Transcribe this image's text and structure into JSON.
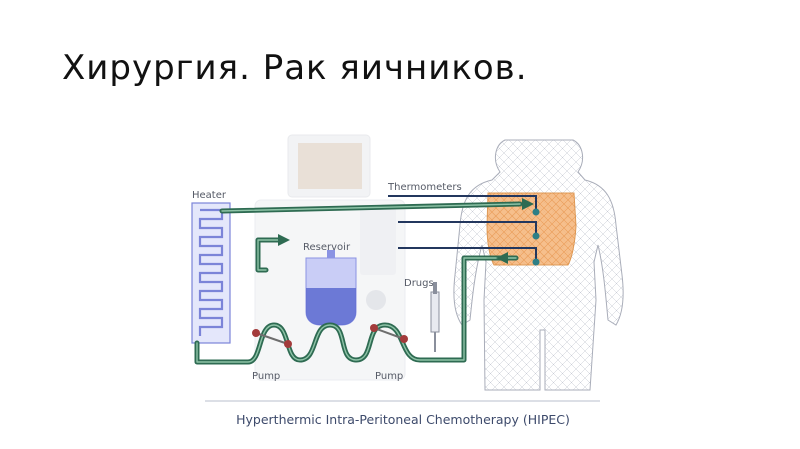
{
  "slide": {
    "title": "Хирургия. Рак яичников."
  },
  "diagram": {
    "labels": {
      "heater": "Heater",
      "reservoir": "Reservoir",
      "thermometers": "Thermometers",
      "drugs": "Drugs",
      "pump_left": "Pump",
      "pump_right": "Pump"
    },
    "caption": "Hyperthermic Intra-Peritoneal Chemotherapy (HIPEC)",
    "colors": {
      "tube": "#2e6b52",
      "tube_highlight": "#8fc4a8",
      "heater": "#7b84d8",
      "heater_fill": "#e4e7fb",
      "reservoir": "#a7b0ee",
      "reservoir_fluid": "#5c6ad0",
      "pump_rotor": "#a33b3b",
      "abdomen": "#f1a45a",
      "arrow_dark": "#23375e",
      "caption_rule": "#b9bfcc"
    }
  }
}
